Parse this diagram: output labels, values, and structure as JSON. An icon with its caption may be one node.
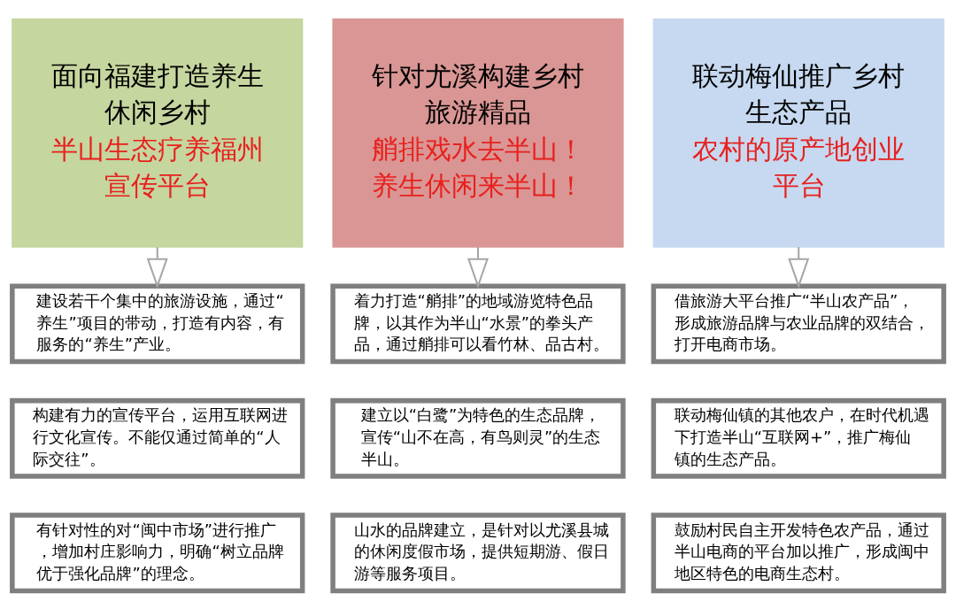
{
  "diagram": {
    "nodes": [
      {
        "text": [
          "面向福建打造养生休闲乡村",
          "半山生态疗养福州宣传平台"
        ]
      },
      {
        "text": [
          "针对尤溪构建乡村旅游精品",
          "艄排戏水去半山！养生休闲来半山！"
        ]
      },
      {
        "text": [
          "联动梅仙推广乡村生态产品",
          "农村的原产地创业平台"
        ]
      },
      {
        "text": [
          "建设若干个集中的旅游设施，通过“养生”项目的带动，打造有内容，有服务的“养生”产业。"
        ]
      },
      {
        "text": [
          "着力打造“艄排”的地域游览特色品牌，以其作为半山“水景”的拳头产品，通过艄排可以看竹林、品古村。"
        ]
      },
      {
        "text": [
          "借旅游大平台推广“半山农产品”，形成旅游品牌与农业品牌的双结合，打开电商市场。"
        ]
      },
      {
        "text": [
          "构建有力的宣传平台，运用互联网进行文化宣传。不能仅通过简单的“人际交往”。"
        ]
      },
      {
        "text": [
          "建立以“白鹭”为特色的生态品牌，宣传“山不在高，有鸟则灵”的生态半山。"
        ]
      },
      {
        "text": [
          "联动梅仙镇的其他农户，在时代机遇下打造半山“互联网+”，推广梅仙镇的生态产品。"
        ]
      },
      {
        "text": [
          "有针对性的对“闽中市场”进行推广，增加村庄影响力，明确“树立品牌优于强化品牌”的理念。"
        ]
      },
      {
        "text": [
          "山水的品牌建立，是针对以尤溪县城的休闲度假市场，提供短期游、假日游等服务项目。"
        ]
      },
      {
        "text": [
          "鼓励村民自主开发特色农产品，通过半山电商的平台加以推广，形成闽中地区特色的电商生态村。"
        ]
      }
    ],
    "edges": [
      {
        "from": 0,
        "to": 3,
        "arrow": "to"
      },
      {
        "from": 1,
        "to": 4,
        "arrow": "to"
      },
      {
        "from": 2,
        "to": 5,
        "arrow": "to"
      }
    ]
  }
}
